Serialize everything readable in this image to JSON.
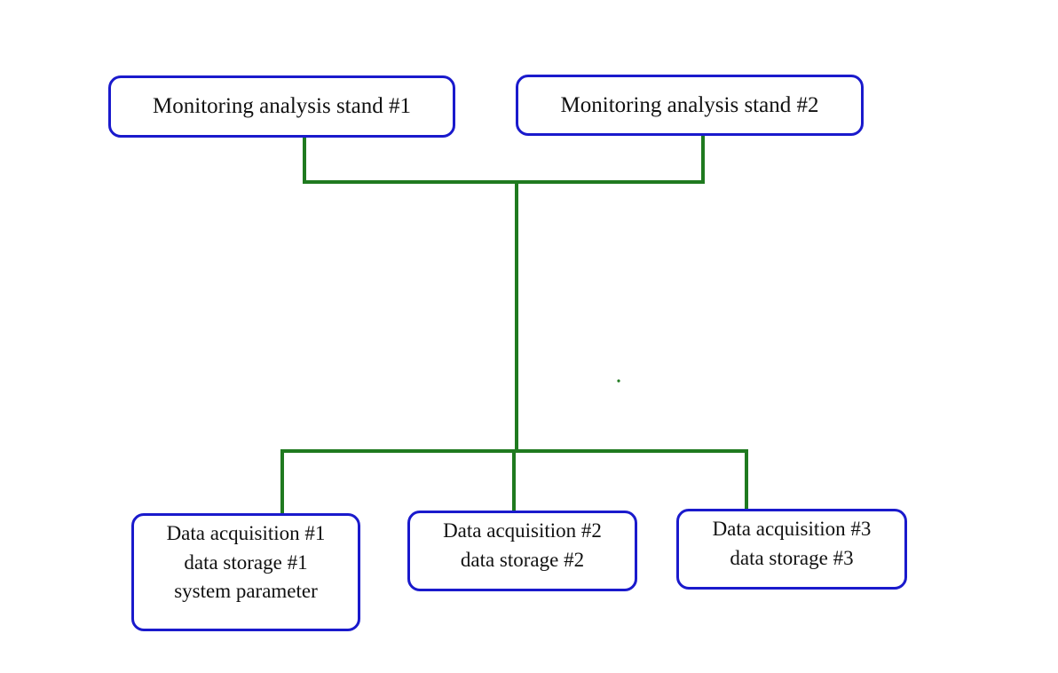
{
  "diagram": {
    "colors": {
      "box_border": "#1a1acc",
      "connector": "#1f7a1f"
    },
    "top_nodes": [
      {
        "label": "Monitoring analysis stand #1"
      },
      {
        "label": "Monitoring analysis stand #2"
      }
    ],
    "bottom_nodes": [
      {
        "lines": [
          "Data acquisition #1",
          "data storage #1",
          "system parameter"
        ]
      },
      {
        "lines": [
          "Data acquisition #2",
          "data storage #2"
        ]
      },
      {
        "lines": [
          "Data acquisition #3",
          "data storage #3"
        ]
      }
    ]
  }
}
